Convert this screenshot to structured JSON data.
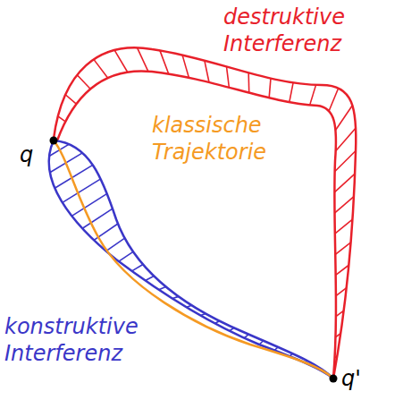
{
  "diagram": {
    "labels": [
      "destruktive Interferenz",
      "klassische Trajektorie",
      "konstruktive Interferenz",
      "q",
      "q'"
    ]
  }
}
